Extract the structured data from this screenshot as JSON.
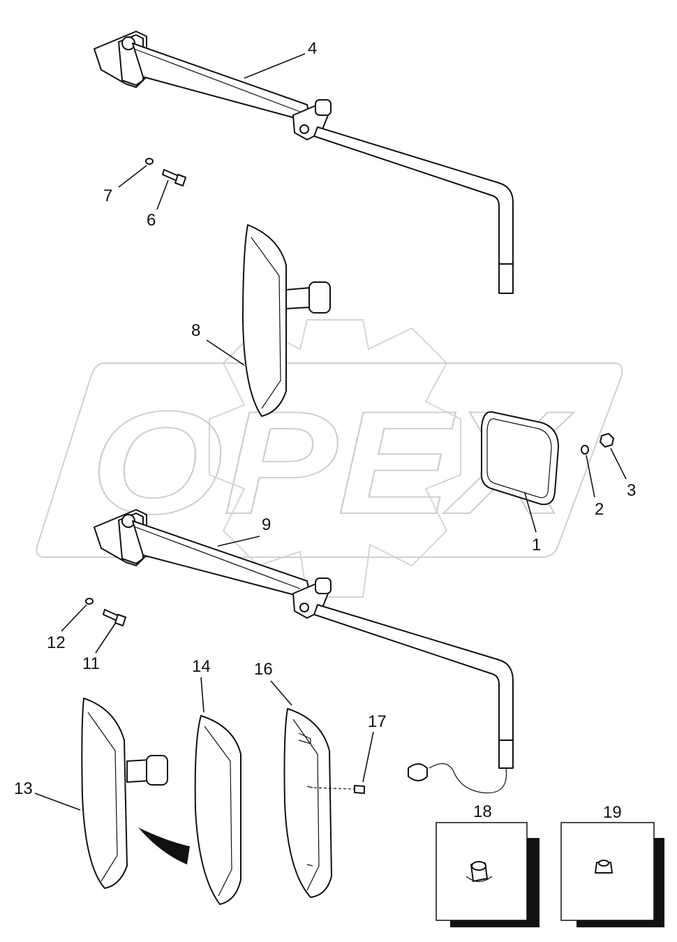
{
  "diagram": {
    "watermark_text": "OPEX",
    "callouts": [
      {
        "id": "c1",
        "label": "1"
      },
      {
        "id": "c2",
        "label": "2"
      },
      {
        "id": "c3",
        "label": "3"
      },
      {
        "id": "c4",
        "label": "4"
      },
      {
        "id": "c6",
        "label": "6"
      },
      {
        "id": "c7",
        "label": "7"
      },
      {
        "id": "c8",
        "label": "8"
      },
      {
        "id": "c9",
        "label": "9"
      },
      {
        "id": "c11",
        "label": "11"
      },
      {
        "id": "c12",
        "label": "12"
      },
      {
        "id": "c13",
        "label": "13"
      },
      {
        "id": "c14",
        "label": "14"
      },
      {
        "id": "c16",
        "label": "16"
      },
      {
        "id": "c17",
        "label": "17"
      },
      {
        "id": "c18",
        "label": "18"
      },
      {
        "id": "c19",
        "label": "19"
      }
    ]
  }
}
